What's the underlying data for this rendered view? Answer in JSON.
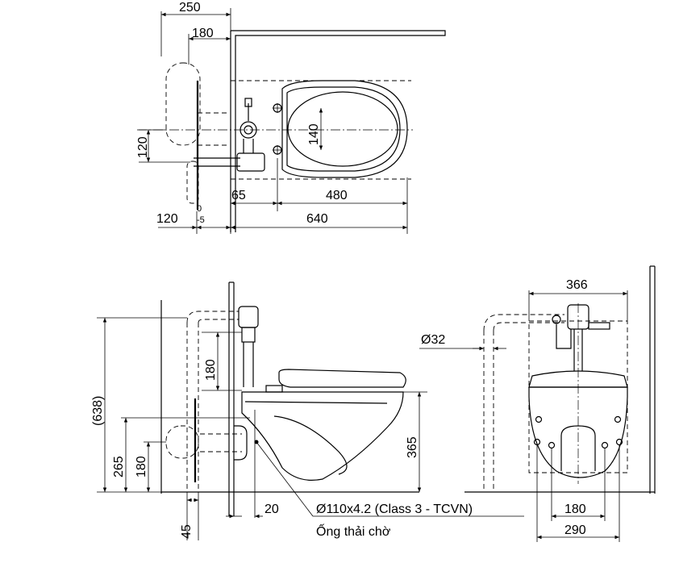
{
  "top_view": {
    "dims": {
      "d250": "250",
      "d180": "180",
      "d140": "140",
      "d120a": "120",
      "d65": "65",
      "d480": "480",
      "d120b": "120",
      "d0": "0",
      "dm5": "-5",
      "d640": "640"
    }
  },
  "side_view": {
    "dims": {
      "d638": "(638)",
      "d180": "180",
      "d265": "265",
      "d180b": "180",
      "d365": "365",
      "d45": "45",
      "d20": "20"
    },
    "pipe_label": "Ø110x4.2 (Class 3 - TCVN)",
    "pipe_caption": "Ống thải chờ"
  },
  "front_view": {
    "dims": {
      "d366": "366",
      "d32": "Ø32",
      "d180": "180",
      "d290": "290"
    }
  }
}
